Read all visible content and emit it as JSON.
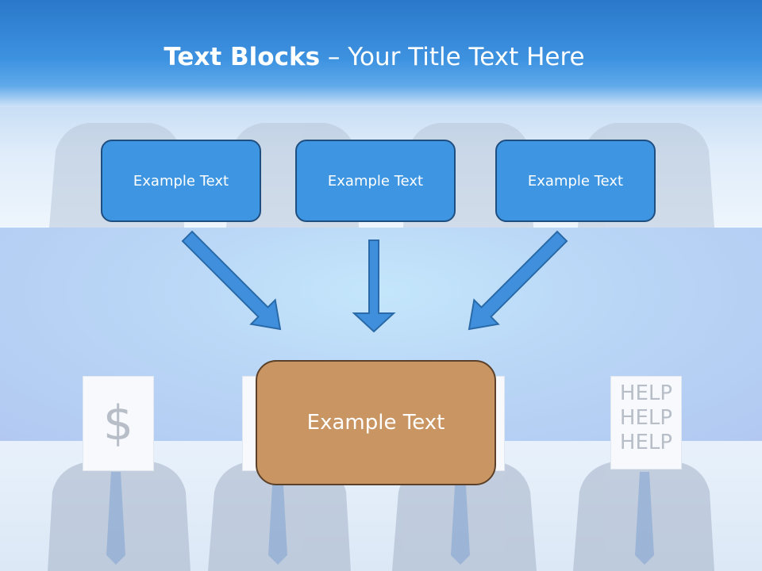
{
  "title": {
    "bold": "Text Blocks",
    "separator": " – ",
    "rest": "Your Title Text Here"
  },
  "boxes": {
    "top": [
      "Example Text",
      "Example Text",
      "Example Text"
    ],
    "main": "Example Text"
  },
  "signs": {
    "dollar": "$",
    "help": [
      "HELP",
      "HELP",
      "HELP"
    ]
  },
  "colors": {
    "title_bar": "#2a78c9",
    "top_box_fill": "#3e96e2",
    "top_box_border": "#1f4f80",
    "arrow_fill": "#3f8fdc",
    "arrow_stroke": "#2a6aa8",
    "main_box_fill": "#c99563",
    "main_box_border": "#5b4129"
  }
}
